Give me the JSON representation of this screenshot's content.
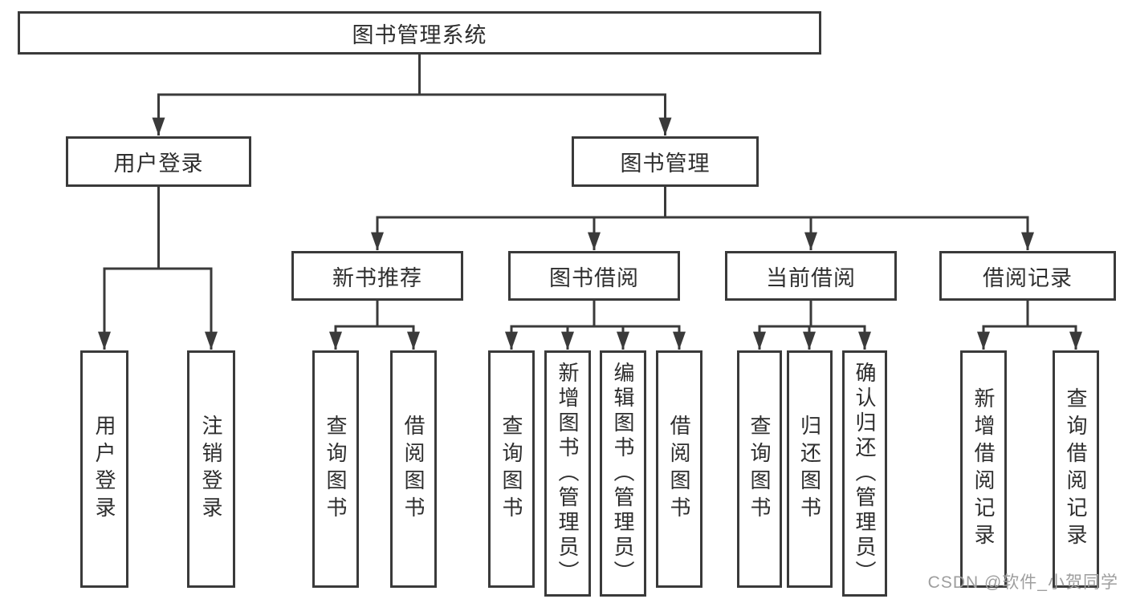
{
  "diagram": {
    "root": "图书管理系统",
    "level2": {
      "user_login": "用户登录",
      "book_mgmt": "图书管理"
    },
    "level3": {
      "new_books": "新书推荐",
      "book_borrow": "图书借阅",
      "current_borrow": "当前借阅",
      "borrow_records": "借阅记录"
    },
    "leaves": {
      "user_login": [
        "用户登录",
        "注销登录"
      ],
      "new_books": [
        "查询图书",
        "借阅图书"
      ],
      "book_borrow": [
        "查询图书",
        "新增图书（管理员）",
        "编辑图书（管理员）",
        "借阅图书"
      ],
      "current_borrow": [
        "查询图书",
        "归还图书",
        "确认归还（管理员）"
      ],
      "borrow_records": [
        "新增借阅记录",
        "查询借阅记录"
      ]
    }
  },
  "watermark": "CSDN @软件_小贺同学",
  "colors": {
    "line": "#3a3a3a",
    "box_border": "#3a3a3a",
    "box_fill": "#ffffff",
    "text": "#2e2e2e",
    "watermark": "#9e9e9e",
    "background": "#ffffff"
  }
}
